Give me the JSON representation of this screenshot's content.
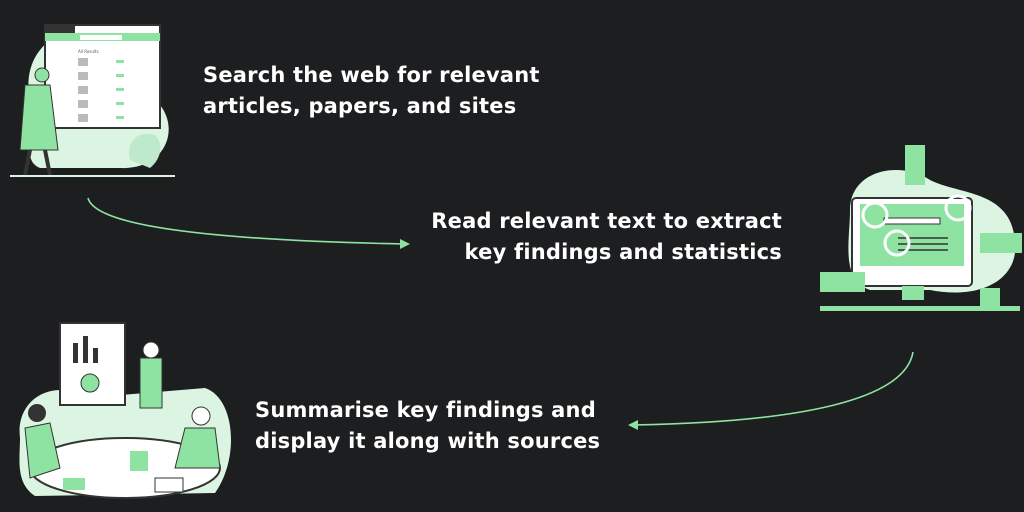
{
  "steps": [
    {
      "lines": [
        "Search the web for relevant",
        "articles, papers, and sites"
      ],
      "illustration": "detective-browsing-search-results",
      "illustration_text": "All Results"
    },
    {
      "lines": [
        "Read relevant text to extract",
        "key findings and statistics"
      ],
      "illustration": "hands-with-magnifiers-on-monitor"
    },
    {
      "lines": [
        "Summarise key findings and",
        "display it along with sources"
      ],
      "illustration": "team-meeting-with-chart-presentation"
    }
  ],
  "colors": {
    "background": "#1c1e20",
    "accent": "#8fe3a2",
    "accent_light": "#dcf5e2",
    "text": "#ffffff"
  }
}
